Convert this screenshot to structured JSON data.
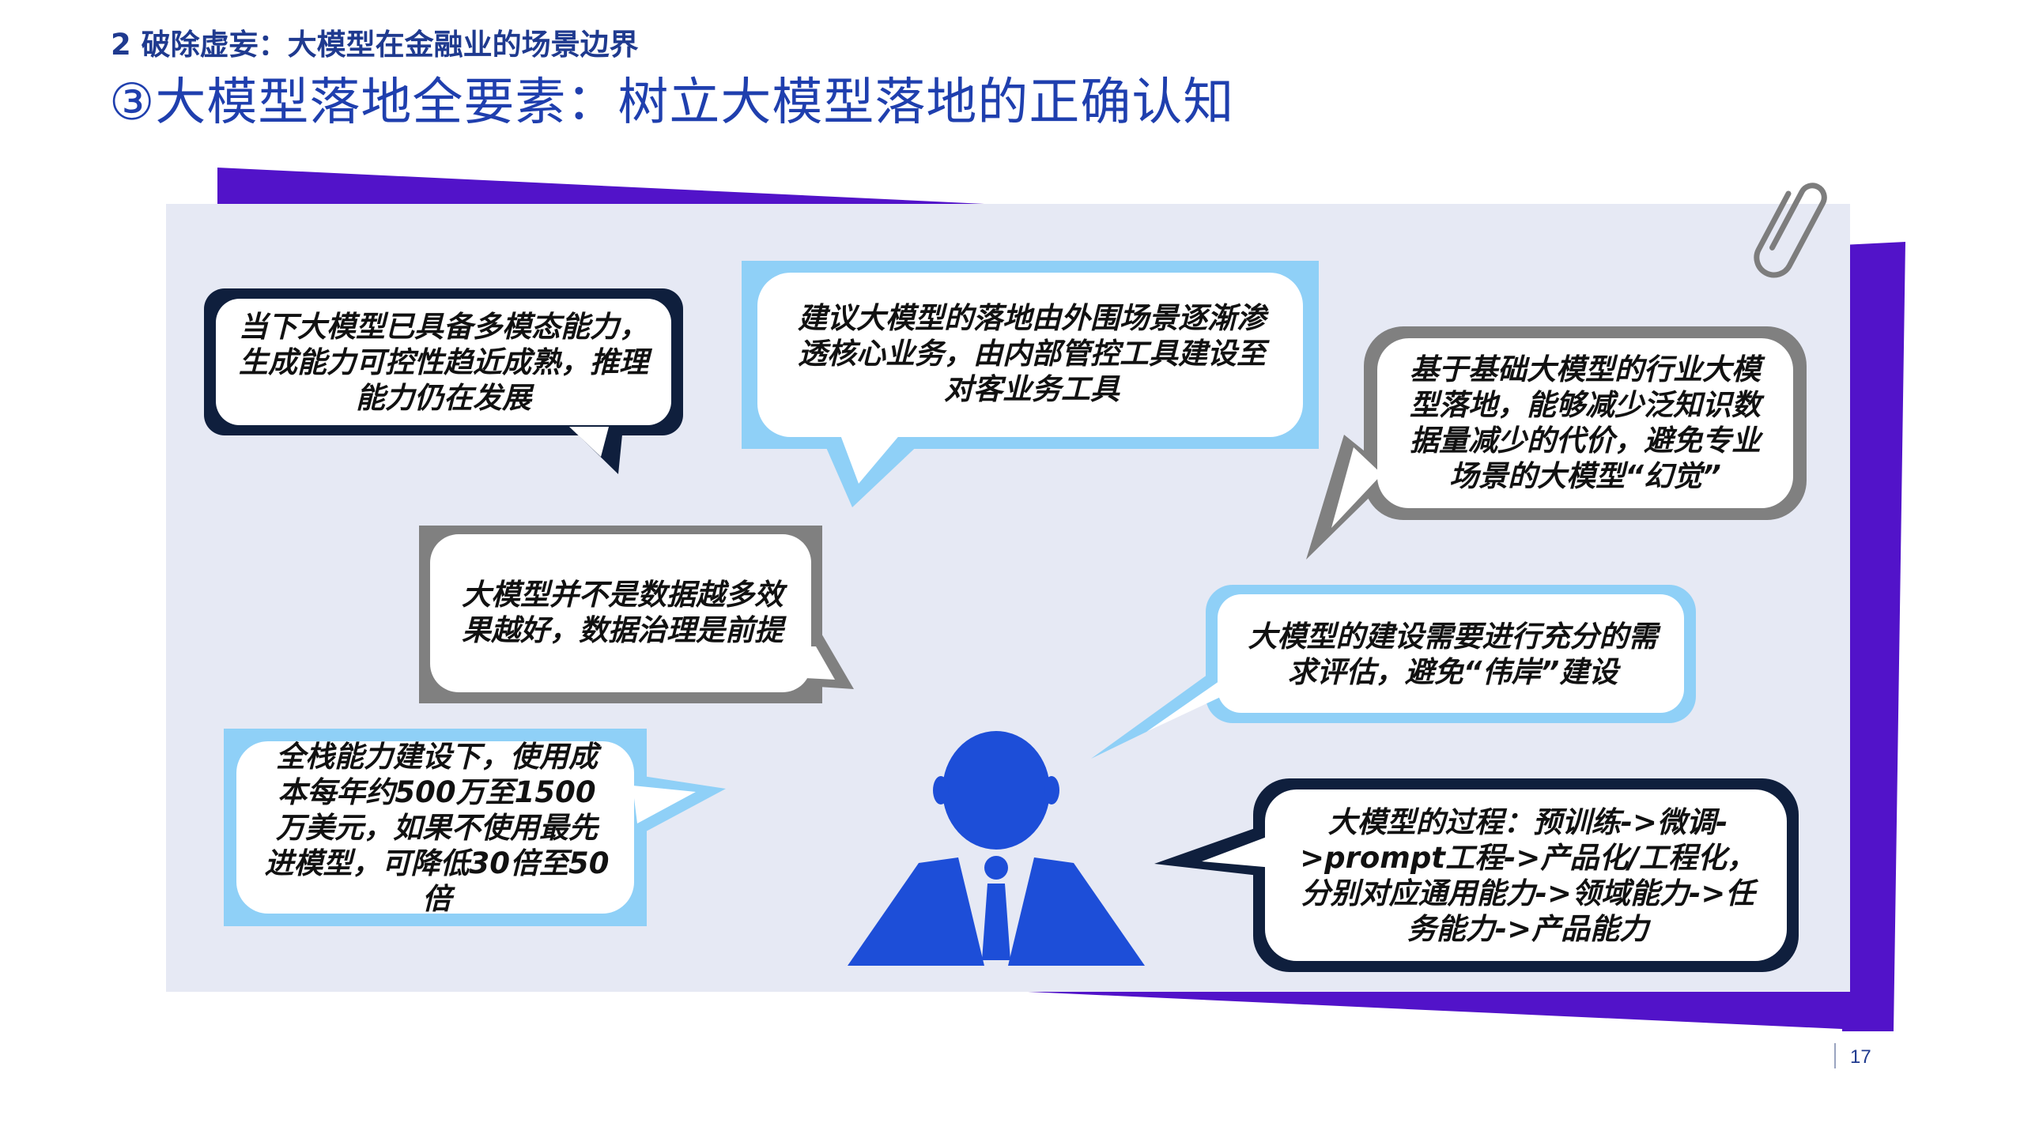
{
  "header": {
    "section": "2 破除虚妄：大模型在金融业的场景边界",
    "title": "③大模型落地全要素：树立大模型落地的正确认知"
  },
  "bubbles": {
    "top_left": "当下大模型已具备多模态能力，生成能力可控性趋近成熟，推理能力仍在发展",
    "top_center": "建议大模型的落地由外围场景逐渐渗透核心业务，由内部管控工具建设至对客业务工具",
    "top_right": "基于基础大模型的行业大模型落地，能够减少泛知识数据量减少的代价，避免专业场景的大模型“幻觉”",
    "middle_left": "大模型并不是数据越多效果越好，数据治理是前提",
    "middle_right": "大模型的建设需要进行充分的需求评估，避免“伟岸”建设",
    "bottom_left": "全栈能力建设下，使用成本每年约500万至1500万美元，如果不使用最先进模型，可降低30倍至50倍",
    "bottom_right": "大模型的过程：预训练->微调->prompt工程->产品化/工程化，分别对应通用能力->领域能力->任务能力->产品能力"
  },
  "footer": {
    "page_number": "17"
  },
  "colors": {
    "title_blue": "#1f3fae",
    "purple_accent": "#5213c9",
    "panel_bg": "#e6e9f4",
    "navy_border": "#0f1f3d",
    "light_blue_border": "#8fd0f7",
    "gray_border": "#808080",
    "person_blue": "#1d4ed8"
  },
  "icons": {
    "paperclip": "paperclip-icon",
    "person": "businessman-icon"
  }
}
